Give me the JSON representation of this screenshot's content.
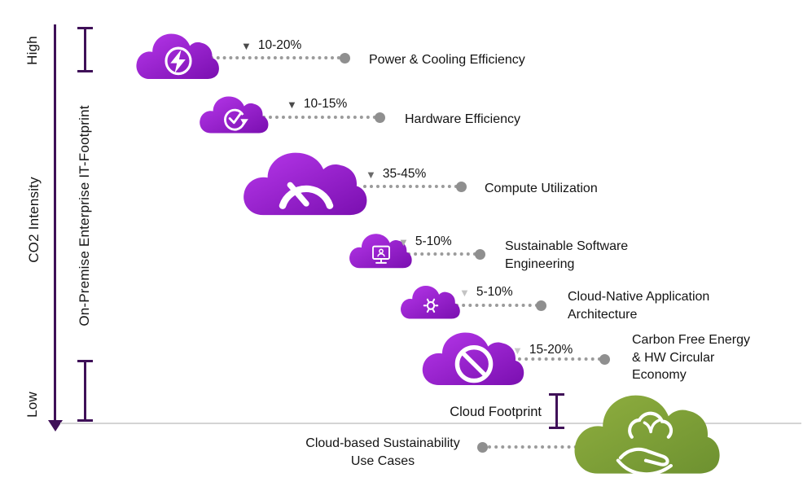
{
  "axis": {
    "intensity_label": "CO2 Intensity",
    "high": "High",
    "low": "Low",
    "on_premise_label": "On-Premise Enterprise IT-Footprint",
    "cloud_footprint_label": "Cloud Footprint"
  },
  "icons": {
    "decrease_glyph": "▼"
  },
  "colors": {
    "axis": "#3f1058",
    "cloud_purple_start": "#b637ea",
    "cloud_purple_end": "#7a0fb0",
    "cloud_green_start": "#8fae3f",
    "cloud_green_end": "#6d9130",
    "connector": "#8f8f8f",
    "baseline": "#d4d4d4"
  },
  "items": [
    {
      "icon": "power-cooling-icon",
      "reduction": "10-20%",
      "label": "Power & Cooling Efficiency",
      "triangle_color": "#4a4a4a"
    },
    {
      "icon": "hardware-efficiency-icon",
      "reduction": "10-15%",
      "label": "Hardware Efficiency",
      "triangle_color": "#4a4a4a"
    },
    {
      "icon": "compute-gauge-icon",
      "reduction": "35-45%",
      "label": "Compute Utilization",
      "triangle_color": "#6a6a6a"
    },
    {
      "icon": "software-engineering-icon",
      "reduction": "5-10%",
      "label": "Sustainable Software Engineering",
      "triangle_color": "#aaaaaa"
    },
    {
      "icon": "cloud-native-gear-icon",
      "reduction": "5-10%",
      "label": "Cloud-Native Application Architecture",
      "triangle_color": "#c3c3c3"
    },
    {
      "icon": "carbon-free-icon",
      "reduction": "15-20%",
      "label": "Carbon Free Energy & HW Circular Economy",
      "triangle_color": "#c9c9c9"
    }
  ],
  "cloud_based": {
    "icon": "hand-plant-icon",
    "label": "Cloud-based Sustainability Use Cases"
  }
}
